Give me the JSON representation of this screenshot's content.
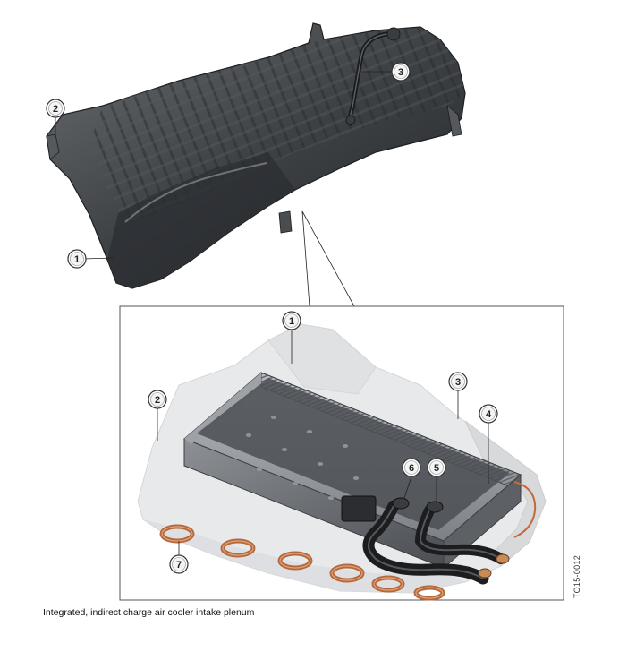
{
  "caption": "Integrated, indirect charge air cooler intake plenum",
  "reference_code": "TO15-0012",
  "callouts_top": [
    {
      "label": "1"
    },
    {
      "label": "2"
    },
    {
      "label": "3"
    }
  ],
  "callouts_detail": [
    {
      "label": "1"
    },
    {
      "label": "2"
    },
    {
      "label": "3"
    },
    {
      "label": "4"
    },
    {
      "label": "5"
    },
    {
      "label": "6"
    },
    {
      "label": "7"
    }
  ]
}
